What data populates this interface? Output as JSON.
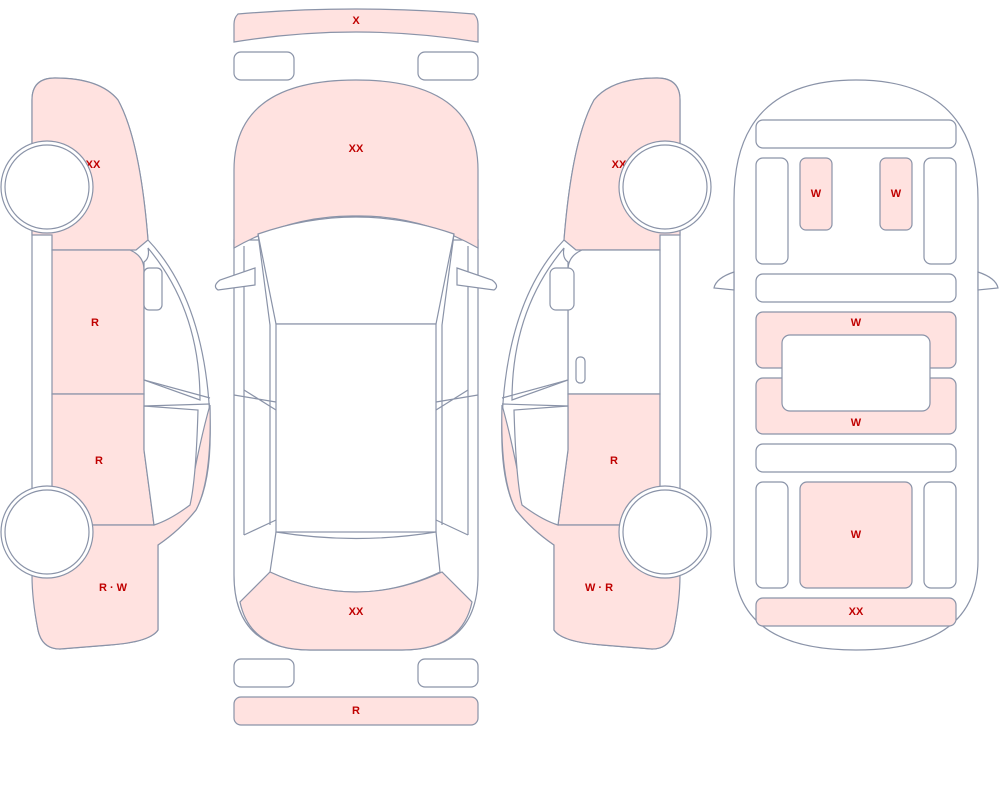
{
  "colors": {
    "damage_fill": "#ffe2e0",
    "outline": "#8a93a8",
    "label": "#c00000"
  },
  "labels": {
    "front_bumper": "X",
    "hood": "XX",
    "front_glass": "XX",
    "rear_bumper": "R",
    "left_front_fender": "XX",
    "left_front_door": "R",
    "left_rear_door": "R",
    "left_rear_quarter": "R · W",
    "right_front_fender": "XX",
    "right_rear_door": "R",
    "right_rear_quarter": "W · R",
    "int_seat_left": "W",
    "int_seat_right": "W",
    "int_panel_mid_top": "W",
    "int_panel_mid_bottom": "W",
    "int_rear_seat": "W",
    "int_trunk": "XX"
  }
}
